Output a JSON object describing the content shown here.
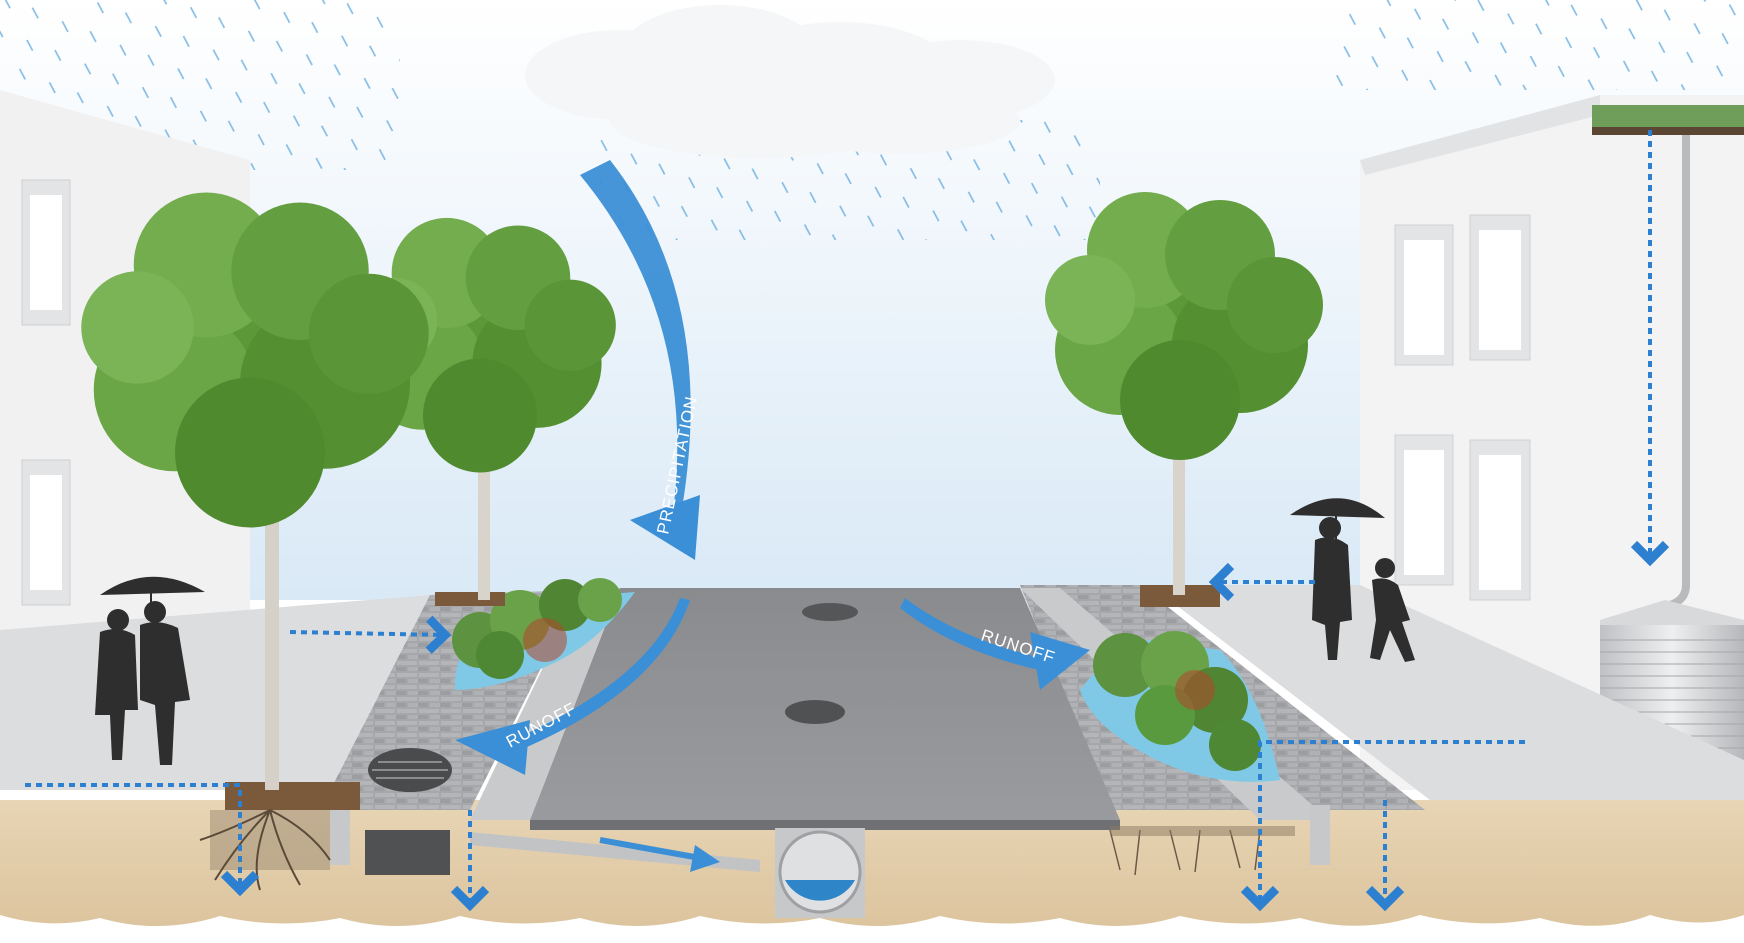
{
  "labels": {
    "precipitation": "PRECIPITATION",
    "runoff_left": "RUNOFF",
    "runoff_right": "RUNOFF"
  },
  "colors": {
    "flow_arrow": "#3b8fd6",
    "infiltration_dots": "#2d7fd0",
    "rain": "#6aaee0",
    "sky_top": "#ffffff",
    "sky_bottom": "#dcebf7",
    "road": "#8c8d90",
    "paver": "#a9aaad",
    "sidewalk": "#dedfe1",
    "soil": "#e4cfae",
    "foliage": "#5f9a3a",
    "planting_water": "#7fc9e6",
    "building": "#f2f2f3",
    "silhouette": "#2e2e2e"
  },
  "icons": [
    "cloud-icon",
    "rain-barrel-icon",
    "storm-drain-grate-icon",
    "manhole-icon",
    "pipe-icon",
    "umbrella-icon"
  ]
}
